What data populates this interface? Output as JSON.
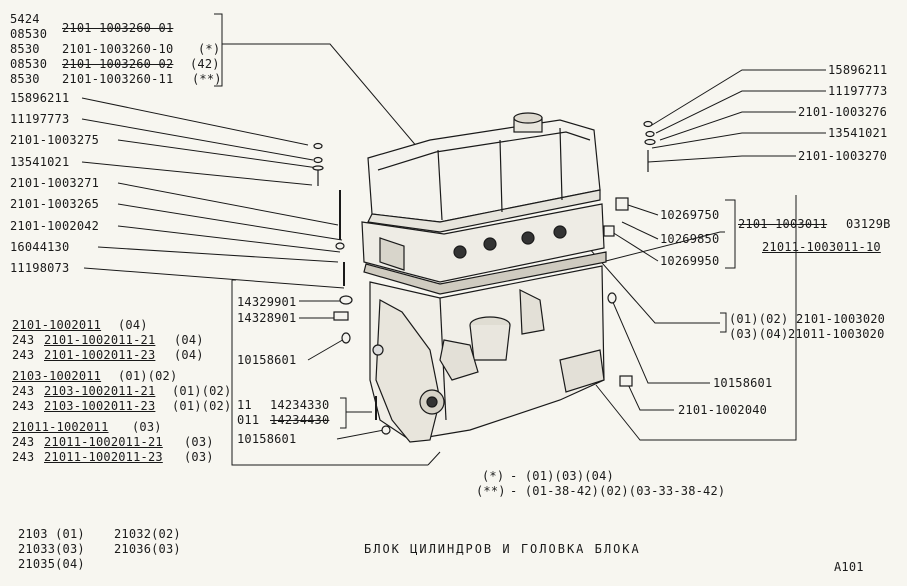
{
  "topLeftGroup": [
    {
      "prefix": "5424",
      "part": ""
    },
    {
      "prefix": "08530",
      "part": "2101-1003260-01"
    },
    {
      "prefix": "8530",
      "part": "2101-1003260-10",
      "note": "(*)"
    },
    {
      "prefix": "08530",
      "part": "2101-1003260-02",
      "note": "(42)"
    },
    {
      "prefix": "8530",
      "part": "2101-1003260-11",
      "note": "(**)"
    }
  ],
  "leftLabels": [
    "15896211",
    "11197773",
    "2101-1003275",
    "13541021",
    "2101-1003271",
    "2101-1003265",
    "2101-1002042",
    "16044130",
    "11198073"
  ],
  "midLabels": [
    "14329901",
    "14328901",
    "10158601"
  ],
  "blockGroup": [
    {
      "qty": "",
      "part": "2101-1002011",
      "note": "(04)"
    },
    {
      "qty": "243",
      "part": "2101-1002011-21",
      "note": "(04)"
    },
    {
      "qty": "243",
      "part": "2101-1002011-23",
      "note": "(04)"
    },
    {
      "qty": "",
      "part": "2103-1002011",
      "note": "(01)(02)"
    },
    {
      "qty": "243",
      "part": "2103-1002011-21",
      "note": "(01)(02)"
    },
    {
      "qty": "243",
      "part": "2103-1002011-23",
      "note": "(01)(02)"
    },
    {
      "qty": "",
      "part": "21011-1002011",
      "note": "(03)"
    },
    {
      "qty": "243",
      "part": "21011-1002011-21",
      "note": "(03)"
    },
    {
      "qty": "243",
      "part": "21011-1002011-23",
      "note": "(03)"
    }
  ],
  "bottomLeftGroup": [
    {
      "qty": "11",
      "part": "14234330"
    },
    {
      "qty": "011",
      "part": "14234430"
    }
  ],
  "bottomLeftLabel": "10158601",
  "rightLabels": [
    "15896211",
    "11197773",
    "2101-1003276",
    "13541021",
    "2101-1003270"
  ],
  "rightMidLabels": [
    "10269750",
    "10269850",
    "10269950"
  ],
  "rightHeadGroup": {
    "line1a": "2101-1003011",
    "line1b": "03129B",
    "line2": "21011-1003011-10"
  },
  "rightBlockGroup": [
    {
      "codes": "(01)(02)",
      "part": "2101-1003020"
    },
    {
      "codes": "(03)(04)",
      "part": "21011-1003020"
    }
  ],
  "rightLowerLabels": [
    "10158601",
    "2101-1002040"
  ],
  "footnotes": [
    {
      "key": "(*)",
      "text": "- (01)(03)(04)"
    },
    {
      "key": "(**)",
      "text": "- (01-38-42)(02)(03-33-38-42)"
    }
  ],
  "models": [
    "2103 (01)",
    "21033(03)",
    "21035(04)",
    "21032(02)",
    "21036(03)"
  ],
  "title": "БЛОК ЦИЛИНДРОВ И ГОЛОВКА БЛОКА",
  "pageCode": "A101"
}
